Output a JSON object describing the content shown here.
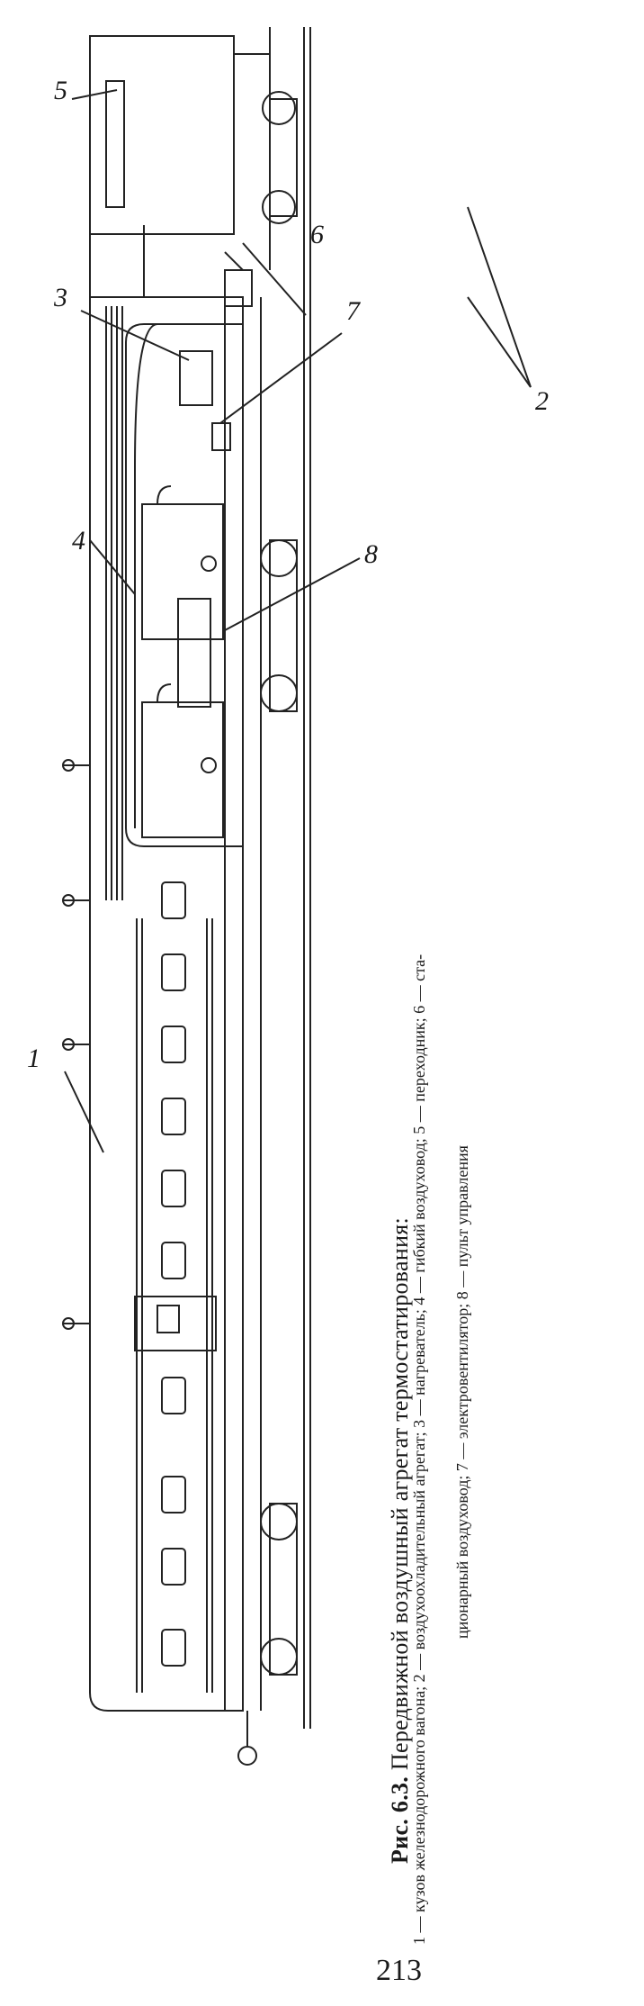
{
  "figure": {
    "title_prefix": "Рис. 6.3.",
    "title": "Передвижной воздушный агрегат термостатирования:",
    "legend_line1": "1 — кузов железнодорожного вагона; 2 — воздухоохладительный агрегат; 3 — нагреватель; 4 — гибкий воздуховод; 5 — переходник; 6 — ста-",
    "legend_line2": "ционарный воздуховод; 7 — электровентилятор; 8 — пульт управления",
    "callouts": [
      "1",
      "2",
      "3",
      "4",
      "5",
      "6",
      "7",
      "8"
    ]
  },
  "page_number": "213"
}
